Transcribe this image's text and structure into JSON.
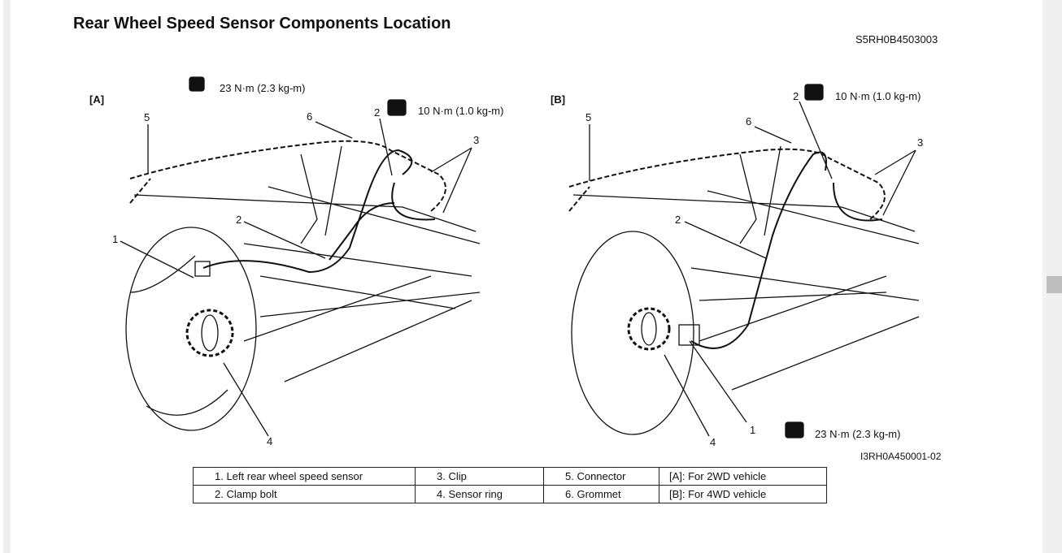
{
  "title": "Rear Wheel Speed Sensor Components Location",
  "doc_code": "S5RH0B4503003",
  "figure_code": "I3RH0A450001-02",
  "figure": {
    "panel_a": {
      "label": "[A]",
      "torque_top": "23 N·m (2.3 kg-m)",
      "torque_clamp": "10 N·m (1.0 kg-m)",
      "callouts": [
        "1",
        "2",
        "2",
        "3",
        "4",
        "5",
        "6"
      ]
    },
    "panel_b": {
      "label": "[B]",
      "torque_clamp": "10 N·m (1.0 kg-m)",
      "torque_sensor": "23 N·m (2.3 kg-m)",
      "callouts": [
        "1",
        "2",
        "2",
        "3",
        "4",
        "5",
        "6"
      ]
    },
    "torque_icon": "wrench-torque-icon"
  },
  "legend": [
    [
      "1.  Left rear wheel speed sensor",
      "3.  Clip",
      "5.  Connector",
      "[A]:  For 2WD vehicle"
    ],
    [
      "2.  Clamp bolt",
      "4.  Sensor ring",
      "6.  Grommet",
      "[B]:  For 4WD vehicle"
    ]
  ]
}
